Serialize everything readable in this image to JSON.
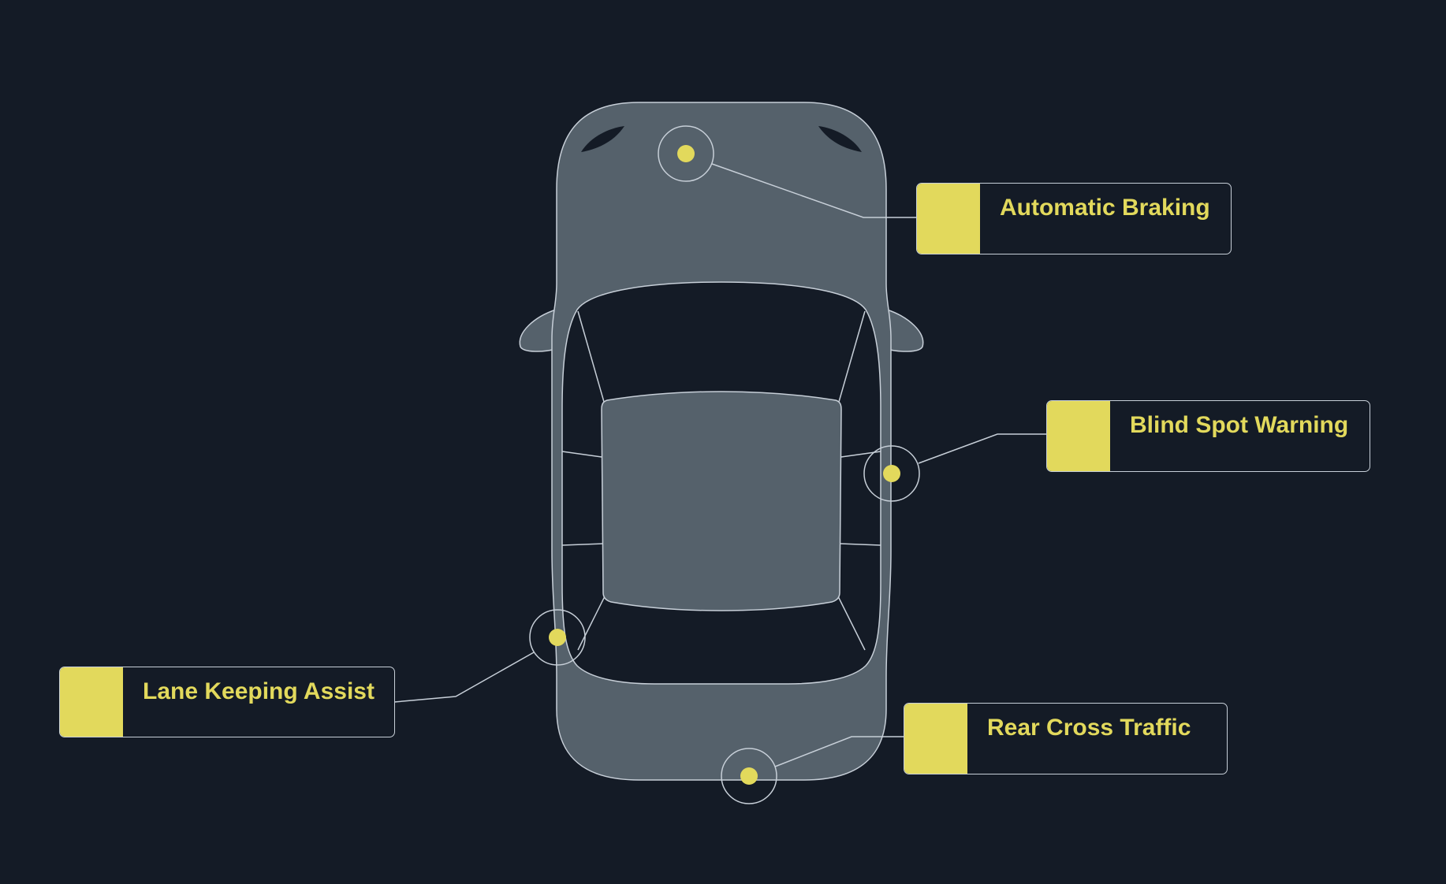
{
  "colors": {
    "background": "#141b26",
    "car_body": "#55616b",
    "outline": "#c7cfd8",
    "accent": "#e2d95c",
    "glass": "#141b26"
  },
  "callouts": [
    {
      "id": "automatic-braking",
      "label": "Automatic Braking"
    },
    {
      "id": "blind-spot-warning",
      "label": "Blind Spot Warning"
    },
    {
      "id": "lane-keeping-assist",
      "label": "Lane Keeping Assist"
    },
    {
      "id": "rear-cross-traffic",
      "label": "Rear Cross Traffic"
    }
  ]
}
